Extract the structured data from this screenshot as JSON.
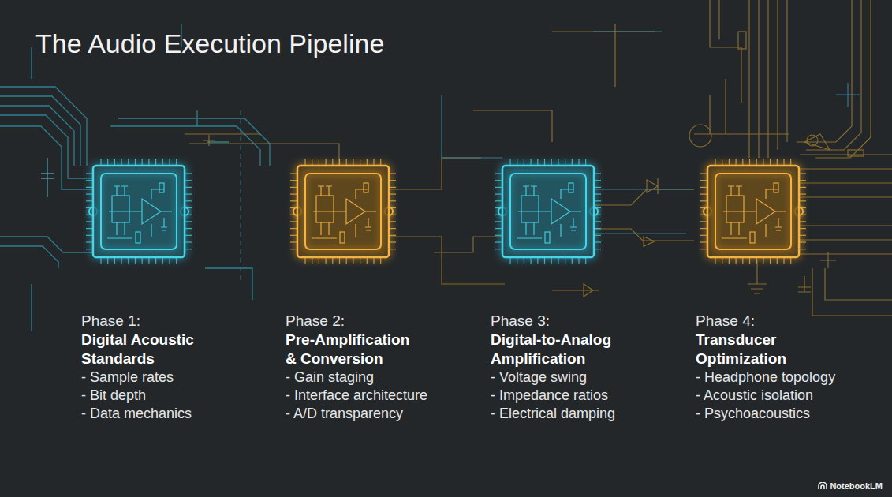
{
  "diagram": {
    "title": "The Audio Execution Pipeline",
    "nodes": [
      {
        "text": [
          "Phase 1:",
          "Digital Acoustic Standards",
          "- Sample rates",
          "- Bit depth",
          "- Data mechanics"
        ]
      },
      {
        "text": [
          "Phase 2:",
          "Pre-Amplification & Conversion",
          "- Gain staging",
          "- Interface architecture",
          "- A/D transparency"
        ]
      },
      {
        "text": [
          "Phase 3:",
          "Digital-to-Analog Amplification",
          "- Voltage swing",
          "- Impedance ratios",
          "- Electrical damping"
        ]
      },
      {
        "text": [
          "Phase 4:",
          "Transducer Optimization",
          "- Headphone topology",
          "- Acoustic isolation",
          "- Psychoacoustics"
        ]
      }
    ],
    "edges": [
      {
        "from": 0,
        "to": 1,
        "arrow": "none"
      },
      {
        "from": 1,
        "to": 2,
        "arrow": "none"
      },
      {
        "from": 2,
        "to": 3,
        "arrow": "none"
      }
    ],
    "labels": [
      "NotebookLM"
    ]
  }
}
